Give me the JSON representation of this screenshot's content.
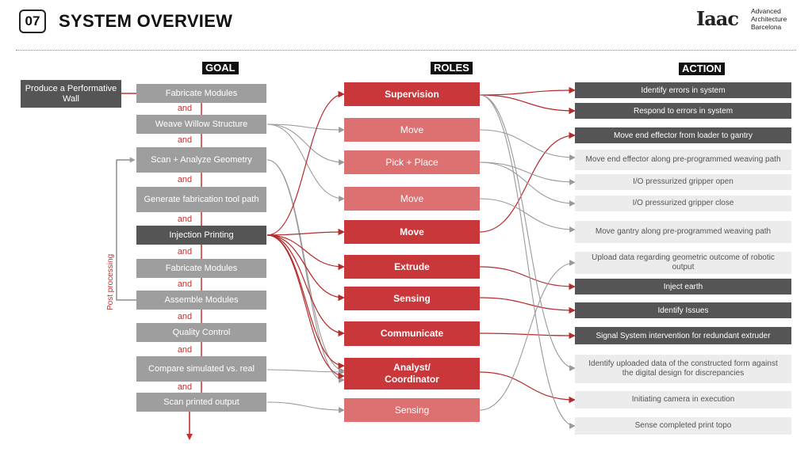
{
  "header": {
    "number": "07",
    "title": "SYSTEM OVERVIEW",
    "logo_mark": "Iaac",
    "logo_text": [
      "Advanced",
      "Architecture",
      "Barcelona"
    ]
  },
  "columns": {
    "goal": "GOAL",
    "roles": "ROLES",
    "action": "ACTION"
  },
  "main_goal": "Produce a Performative Wall",
  "connector_word": "and",
  "post_processing_label": "Post processing",
  "goals": [
    "Fabricate Modules",
    "Weave Willow Structure",
    "Scan + Analyze Geometry",
    "Generate fabrication tool path",
    "Injection Printing",
    "Fabricate Modules",
    "Assemble Modules",
    "Quality Control",
    "Compare simulated vs. real",
    "Scan printed output"
  ],
  "roles": [
    "Supervision",
    "Move",
    "Pick + Place",
    "Move",
    "Move",
    "Extrude",
    "Sensing",
    "Communicate",
    "Analyst/ Coordinator",
    "Sensing"
  ],
  "actions": [
    "Identify  errors in system",
    "Respond to errors in system",
    "Move end effector from loader to gantry",
    "Move end effector along pre-programmed weaving path",
    "I/O pressurized gripper open",
    "I/O pressurized gripper close",
    "Move gantry along pre-programmed weaving path",
    "Upload data regarding geometric outcome of robotic output",
    "Inject earth",
    "Identify Issues",
    "Signal System intervention for redundant extruder",
    "Identify uploaded data of the constructed form against the digital design for discrepancies",
    "Initiating camera in execution",
    "Sense completed print topo"
  ],
  "colors": {
    "dark_grey": "#555555",
    "mid_grey": "#9e9e9e",
    "light_grey": "#ececec",
    "role_red": "#c9373a",
    "role_light_red": "#dd7070",
    "accent_red": "#c53030"
  }
}
